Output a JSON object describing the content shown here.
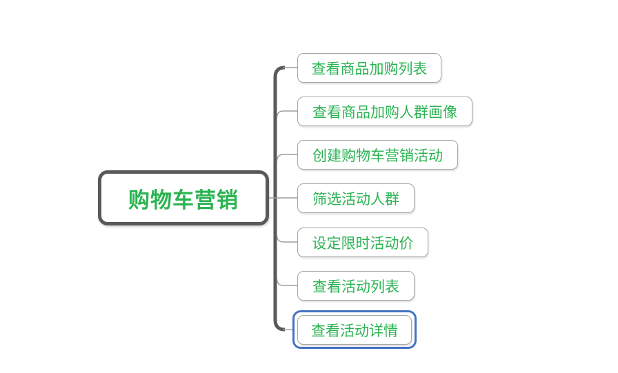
{
  "diagram": {
    "type": "mindmap",
    "root": {
      "label": "购物车营销"
    },
    "children": [
      {
        "label": "查看商品加购列表",
        "selected": false
      },
      {
        "label": "查看商品加购人群画像",
        "selected": false
      },
      {
        "label": "创建购物车营销活动",
        "selected": false
      },
      {
        "label": "筛选活动人群",
        "selected": false
      },
      {
        "label": "设定限时活动价",
        "selected": false
      },
      {
        "label": "查看活动列表",
        "selected": false
      },
      {
        "label": "查看活动详情",
        "selected": true
      }
    ],
    "colors": {
      "node_text_green": "#2bb352",
      "root_border_gray": "#595959",
      "trunk_line_gray": "#595959",
      "branch_line_gray": "#9d9d9d",
      "child_border_gray": "#a6a6a6",
      "selection_border_blue": "#4472c4",
      "background": "#ffffff"
    }
  }
}
